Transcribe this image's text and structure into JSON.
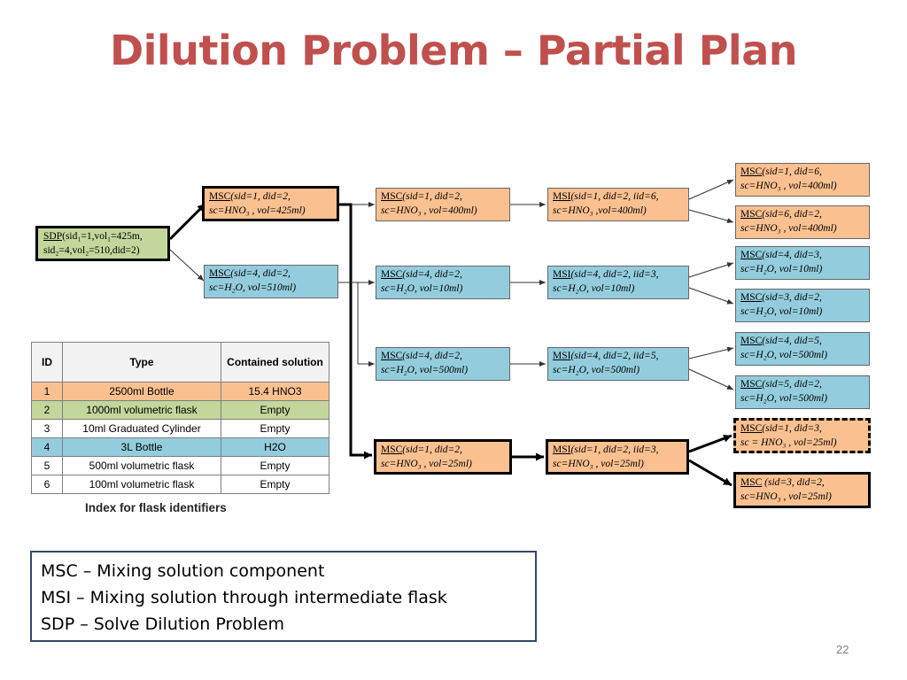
{
  "slide": {
    "title": "Dilution Problem – Partial Plan",
    "page_number": "22"
  },
  "nodes": {
    "sdp": {
      "fn": "SDP",
      "args": "(sid₁=1,vol₁=425m,",
      "line2": "sid₂=4,vol₂=510,did=2)"
    },
    "msc_a": {
      "fn": "MSC",
      "line1": "(sid=1, did=2,",
      "line2": "sc=HNO₃ , vol=425ml)"
    },
    "msc_b": {
      "fn": "MSC",
      "line1": "(sid=4, did=2,",
      "line2": "sc=H₂O, vol=510ml)"
    },
    "msc_c": {
      "fn": "MSC",
      "line1": "(sid=1, did=2,",
      "line2": "sc=HNO₃ , vol=400ml)"
    },
    "msc_d": {
      "fn": "MSC",
      "line1": "(sid=4, did=2,",
      "line2": "sc=H₂O, vol=10ml)"
    },
    "msc_e": {
      "fn": "MSC",
      "line1": "(sid=4, did=2,",
      "line2": "sc=H₂O, vol=500ml)"
    },
    "msc_f": {
      "fn": "MSC",
      "line1": "(sid=1, did=2,",
      "line2": "sc=HNO₃ , vol=25ml)"
    },
    "msi_a": {
      "fn": "MSI",
      "line1": "(sid=1, did=2, iid=6,",
      "line2": "sc=HNO₃ ,vol=400ml)"
    },
    "msi_b": {
      "fn": "MSI",
      "line1": "(sid=4, did=2, iid=3,",
      "line2": "sc=H₂O, vol=10ml)"
    },
    "msi_c": {
      "fn": "MSI",
      "line1": "(sid=4, did=2, iid=5,",
      "line2": "sc=H₂O, vol=500ml)"
    },
    "msi_d": {
      "fn": "MSI",
      "line1": "(sid=1, did=2, iid=3,",
      "line2": "sc=HNO₃ , vol=25ml)"
    },
    "leaf_1": {
      "fn": "MSC",
      "line1": "(sid=1, did=6,",
      "line2": "sc=HNO₃ , vol=400ml)"
    },
    "leaf_2": {
      "fn": "MSC",
      "line1": "(sid=6, did=2,",
      "line2": "sc=HNO₃ , vol=400ml)"
    },
    "leaf_3": {
      "fn": "MSC",
      "line1": "(sid=4, did=3,",
      "line2": "sc=H₂O, vol=10ml)"
    },
    "leaf_4": {
      "fn": "MSC",
      "line1": "(sid=3, did=2,",
      "line2": "sc=H₂O, vol=10ml)"
    },
    "leaf_5": {
      "fn": "MSC",
      "line1": "(sid=4, did=5,",
      "line2": "sc=H₂O, vol=500ml)"
    },
    "leaf_6": {
      "fn": "MSC",
      "line1": "(sid=5, did=2,",
      "line2": "sc=H₂O, vol=500ml)"
    },
    "leaf_7": {
      "fn": "MSC",
      "line1": "(sid=1, did=3,",
      "line2": "sc = HNO₃ , vol=25ml)"
    },
    "leaf_8": {
      "fn": "MSC",
      "line1": " (sid=3, did=2,",
      "line2": "sc=HNO₃ , vol=25ml)"
    }
  },
  "flask_table": {
    "headers": [
      "ID",
      "Type",
      "Contained solution"
    ],
    "rows": [
      {
        "id": "1",
        "type": "2500ml Bottle",
        "solution": "15.4 HNO3"
      },
      {
        "id": "2",
        "type": "1000ml volumetric flask",
        "solution": "Empty"
      },
      {
        "id": "3",
        "type": "10ml Graduated Cylinder",
        "solution": "Empty"
      },
      {
        "id": "4",
        "type": "3L Bottle",
        "solution": "H2O"
      },
      {
        "id": "5",
        "type": "500ml volumetric flask",
        "solution": "Empty"
      },
      {
        "id": "6",
        "type": "100ml volumetric flask",
        "solution": "Empty"
      }
    ],
    "caption": "Index for flask identifiers"
  },
  "legend": {
    "msc": "MSC – Mixing solution component",
    "msi": "MSI – Mixing solution through intermediate flask",
    "sdp": "SDP – Solve Dilution Problem"
  },
  "colors": {
    "title": "#c0504d",
    "orange": "#fac090",
    "blue": "#93cddd",
    "green": "#c3d69b",
    "legend_border": "#2f4a6b"
  }
}
